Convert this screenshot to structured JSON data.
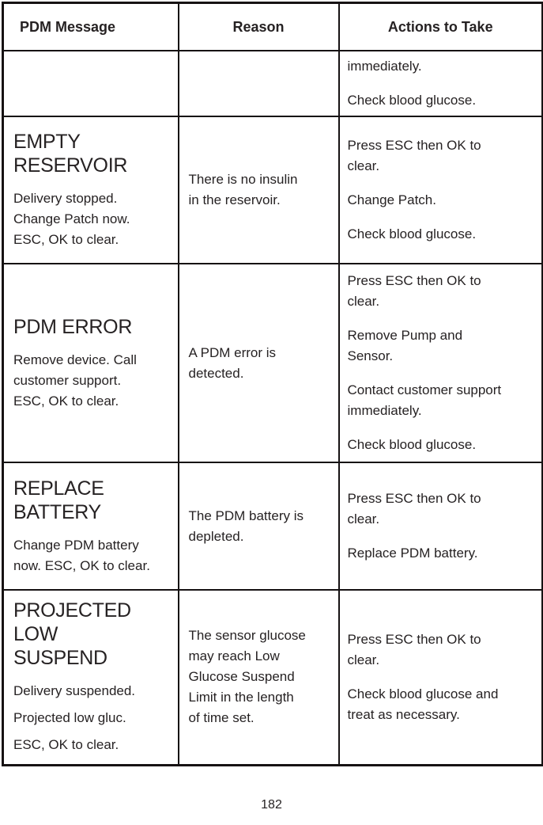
{
  "colors": {
    "text": "#262223",
    "border": "#161213",
    "background": "#ffffff"
  },
  "page": {
    "number": "182"
  },
  "table": {
    "headers": {
      "col1": "PDM Message",
      "col2": "Reason",
      "col3": "Actions to Take"
    },
    "rows": [
      {
        "message_title": "",
        "message_body": "",
        "reason": "",
        "actions": [
          "immediately.",
          "Check blood glucose."
        ]
      },
      {
        "message_title": "EMPTY\nRESERVOIR",
        "message_body": "Delivery stopped.\nChange Patch now.\nESC, OK to clear.",
        "reason": "There is no insulin\nin the reservoir.",
        "actions": [
          "Press ESC then OK to\nclear.",
          "Change Patch.",
          "Check blood glucose."
        ]
      },
      {
        "message_title": "PDM ERROR",
        "message_body": "Remove device. Call\ncustomer support.\nESC, OK to clear.",
        "reason": "A PDM error is\ndetected.",
        "actions": [
          "Press ESC then OK to\nclear.",
          "Remove Pump and\nSensor.",
          "Contact customer support\nimmediately.",
          "Check blood glucose."
        ]
      },
      {
        "message_title": "REPLACE\nBATTERY",
        "message_body": "Change PDM battery\nnow. ESC, OK to clear.",
        "reason": "The PDM battery is\ndepleted.",
        "actions": [
          "Press ESC then OK to\nclear.",
          "Replace PDM battery."
        ]
      },
      {
        "message_title": "PROJECTED\nLOW\nSUSPEND",
        "message_paragraphs": [
          "Delivery suspended.",
          "Projected low gluc.",
          "ESC, OK to clear."
        ],
        "reason": "The sensor glucose\nmay reach Low\nGlucose Suspend\nLimit in the length\nof time set.",
        "actions": [
          "Press ESC then OK to\nclear.",
          "Check blood glucose and\ntreat as necessary."
        ]
      }
    ]
  }
}
